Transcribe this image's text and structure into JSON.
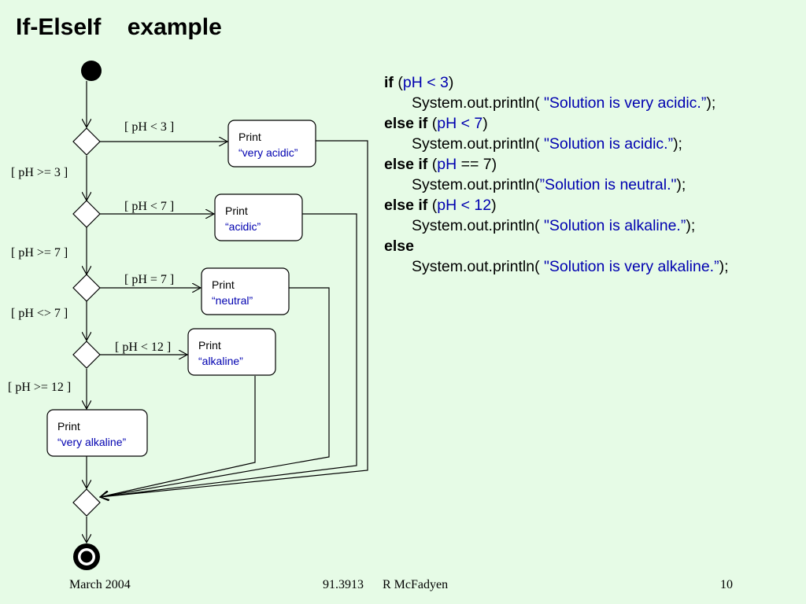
{
  "title": "If-ElseIf    example",
  "diagram": {
    "guards": {
      "g1_true": "[ pH < 3 ]",
      "g1_false": "[ pH >= 3 ]",
      "g2_true": "[ pH < 7 ]",
      "g2_false": "[ pH >= 7 ]",
      "g3_true": "[ pH = 7 ]",
      "g3_false": "[ pH <> 7 ]",
      "g4_true": "[ pH < 12 ]",
      "g4_false": "[ pH >= 12 ]"
    },
    "activities": [
      {
        "print": "Print",
        "message": "“very acidic”"
      },
      {
        "print": "Print",
        "message": "“acidic”"
      },
      {
        "print": "Print",
        "message": "“neutral”"
      },
      {
        "print": "Print",
        "message": "“alkaline”"
      },
      {
        "print": "Print",
        "message": "“very alkaline”"
      }
    ]
  },
  "code": {
    "l1": {
      "kw": "if",
      "open": " (",
      "cond": "pH < 3",
      "close": ")"
    },
    "l2": {
      "pre": "System.out.println( ",
      "str": "\"Solution is very acidic.”",
      "post": ");"
    },
    "l3": {
      "kw": "else if",
      "open": " (",
      "cond": "pH < 7",
      "close": ")"
    },
    "l4": {
      "pre": "System.out.println( ",
      "str": "\"Solution is acidic.”",
      "post": ");"
    },
    "l5": {
      "kw": "else if",
      "open": " (",
      "cond": "pH",
      "close": " == 7)"
    },
    "l6": {
      "pre": "System.out.println(",
      "str": "”Solution is neutral.\"",
      "post": ");"
    },
    "l7": {
      "kw": "else if",
      "open": " (",
      "cond": "pH < 12",
      "close": ")"
    },
    "l8": {
      "pre": "System.out.println( ",
      "str": "\"Solution is alkaline.”",
      "post": ");"
    },
    "l9": {
      "kw": "else"
    },
    "l10": {
      "pre": "System.out.println( ",
      "str": "\"Solution is very alkaline.”",
      "post": ");"
    }
  },
  "footer": {
    "date": "March 2004",
    "course": "91.3913      R McFadyen",
    "page": "10"
  }
}
